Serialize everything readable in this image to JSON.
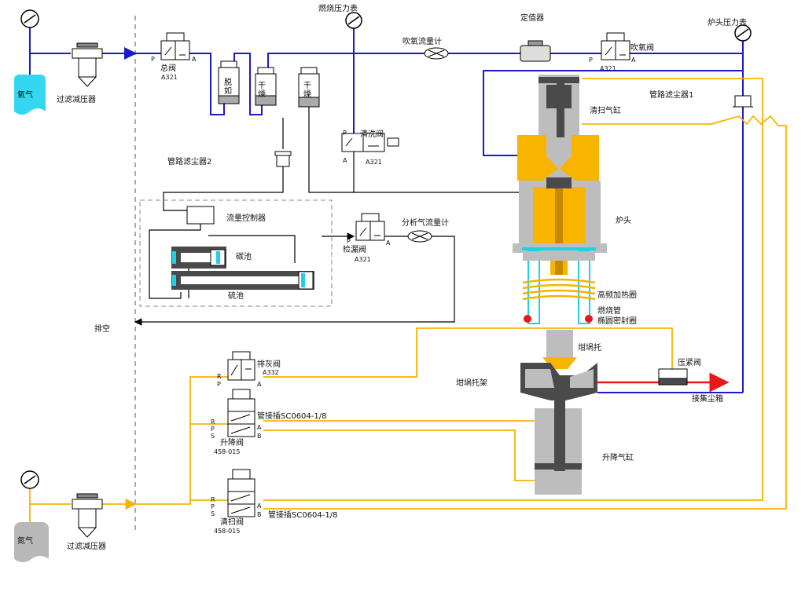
{
  "tanks": {
    "oxygen": "氧气",
    "nitrogen": "氮气"
  },
  "filter_top": "过滤减压器",
  "filter_bottom": "过滤减压器",
  "main_valve": {
    "name": "总阀",
    "model": "A321",
    "port_p": "P",
    "port_a": "A"
  },
  "gauge_combustion": "燃烧压力表",
  "gauge_furnace": "炉头压力表",
  "flowmeter_blow": "吹氧流量计",
  "regulator": "定值器",
  "blow_valve": {
    "name": "吹氧阀",
    "model": "A321",
    "port_p": "P",
    "port_a": "A"
  },
  "dry1": "脱\n如",
  "dry2": "干\n燥",
  "dry3": "干\n燥",
  "purge_cylinder": "清扫气缸",
  "pipe_filter1": "管路滤尘器1",
  "pipe_filter2": "管路滤尘器2",
  "wash_valve": {
    "name": "清洗阀",
    "model": "A321",
    "port_p": "P",
    "port_a": "A"
  },
  "flow_controller": "流量控制器",
  "carbon_cell": "碳池",
  "sulfur_cell": "硫池",
  "leak_valve": {
    "name": "检漏阀",
    "model": "A321",
    "port_p": "P",
    "port_a": "A"
  },
  "analysis_flowmeter": "分析气流量计",
  "furnace_head": "炉头",
  "hf_coil": "高频加热圈",
  "combustion_tube": "燃烧管",
  "oring_seal": "椭圆密封圈",
  "exhaust": "排空",
  "crucible_support": "坩埚托",
  "crucible_rack": "坩埚托架",
  "pressure_valve": "压紧阀",
  "dust_box": "接集尘箱",
  "ash_valve": {
    "name": "排灰阀",
    "model": "A332",
    "port_r": "R",
    "port_p": "P",
    "port_a": "A"
  },
  "lift_valve": {
    "name": "升降阀",
    "model": "458-015",
    "port_r": "R",
    "port_p": "P",
    "port_s": "S",
    "port_a": "A",
    "port_b": "B"
  },
  "lift_cylinder": "升降气缸",
  "connector1": "管接插SC0604-1/8",
  "connector2": "管接插SC0604-1/8",
  "purge_valve": {
    "name": "清扫阀",
    "model": "458-015",
    "port_r": "R",
    "port_p": "P",
    "port_s": "S",
    "port_a": "A",
    "port_b": "B"
  },
  "colors": {
    "oxygen_line": "#1a1acc",
    "nitrogen_line": "#f5b400",
    "exhaust_line": "#000000",
    "dust_arrow": "#e81818",
    "furnace_body": "#f7b500",
    "tube": "#20d0e8",
    "dark_gray": "#4a4a4a",
    "light_gray": "#bdbdbd"
  }
}
